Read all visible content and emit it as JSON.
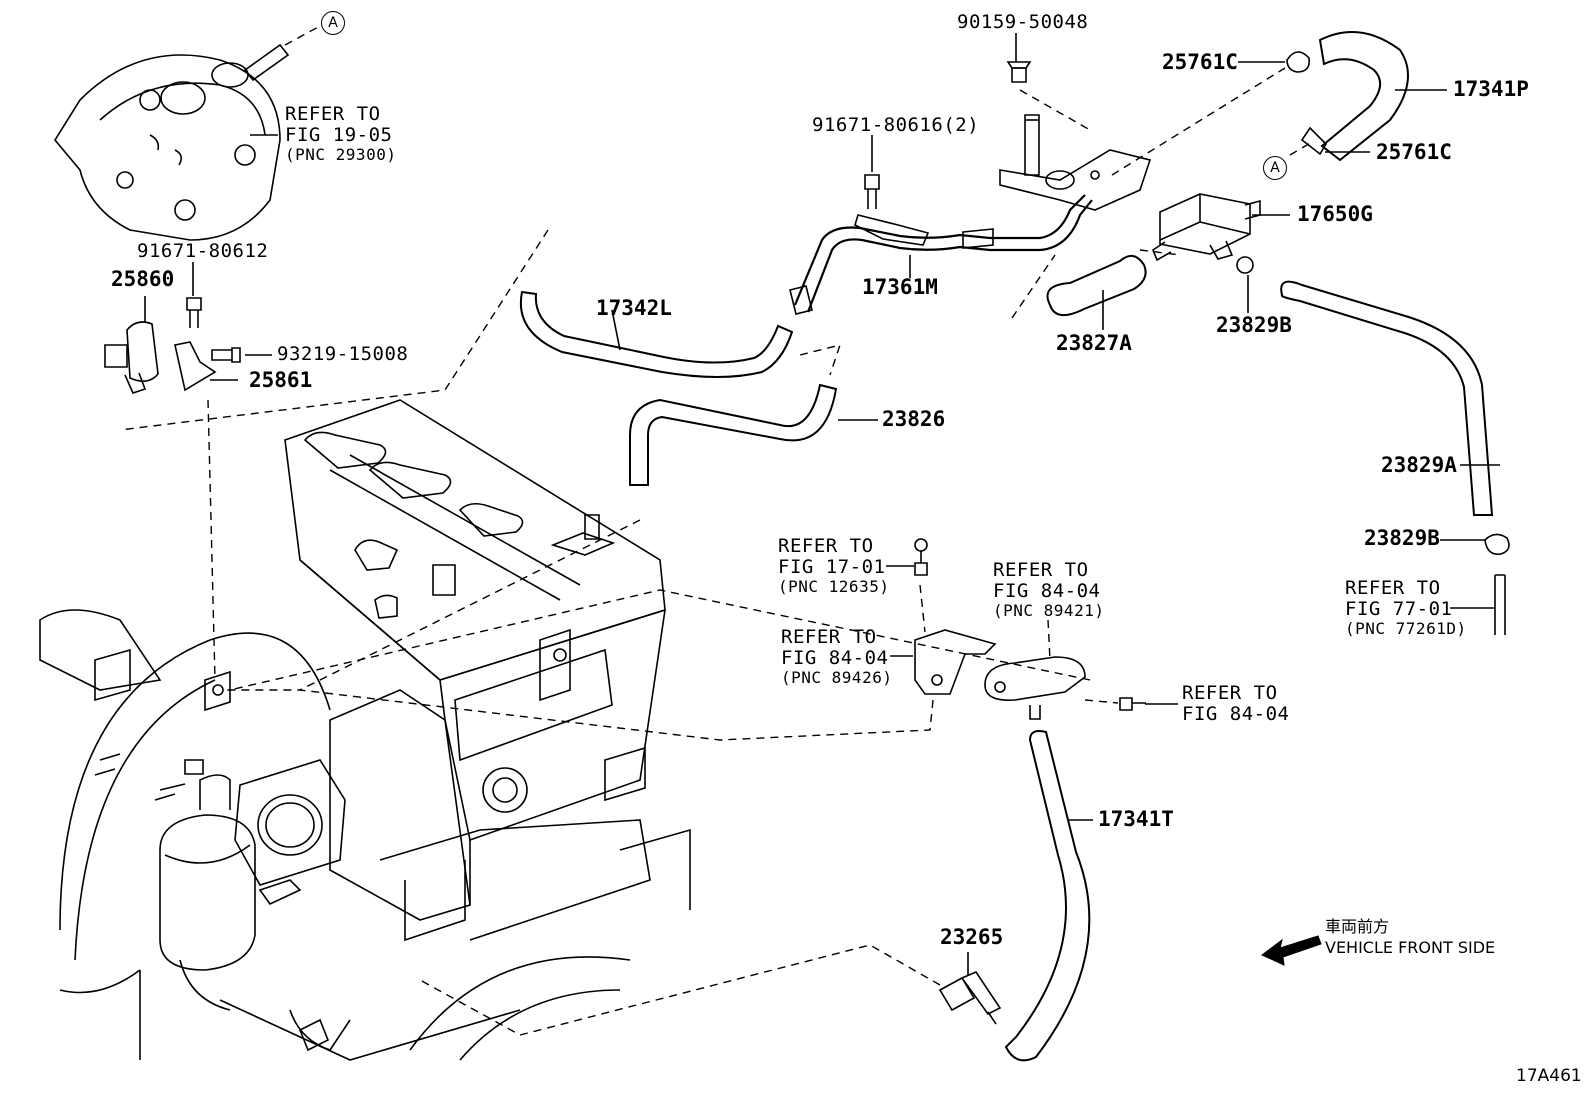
{
  "diagram": {
    "circle_marker": "A",
    "parts": {
      "p90159": "90159-50048",
      "p25761c_top": "25761C",
      "p17341p": "17341P",
      "p25761c_mid": "25761C",
      "p91671_2": "91671-80616(2)",
      "p17650g": "17650G",
      "p91671": "91671-80612",
      "p25860": "25860",
      "p17342l": "17342L",
      "p17361m": "17361M",
      "p23829b_top": "23829B",
      "p23827a": "23827A",
      "p93219": "93219-15008",
      "p25861": "25861",
      "p23826": "23826",
      "p23829a": "23829A",
      "p23829b_bot": "23829B",
      "p17341t": "17341T",
      "p23265": "23265"
    },
    "refs": {
      "r1905": {
        "line1": "REFER TO",
        "line2": "FIG 19-05",
        "line3": "(PNC 29300)"
      },
      "r1701": {
        "line1": "REFER TO",
        "line2": "FIG 17-01",
        "line3": "(PNC 12635)"
      },
      "r8404a": {
        "line1": "REFER TO",
        "line2": "FIG 84-04",
        "line3": "(PNC 89421)"
      },
      "r8404b": {
        "line1": "REFER TO",
        "line2": "FIG 84-04",
        "line3": "(PNC 89426)"
      },
      "r8404c": {
        "line1": "REFER TO",
        "line2": "FIG 84-04"
      },
      "r7701": {
        "line1": "REFER TO",
        "line2": "FIG 77-01",
        "line3": "(PNC 77261D)"
      }
    },
    "front_jp": "車両前方",
    "front_en": "VEHICLE FRONT SIDE",
    "figure_id": "17A461"
  }
}
